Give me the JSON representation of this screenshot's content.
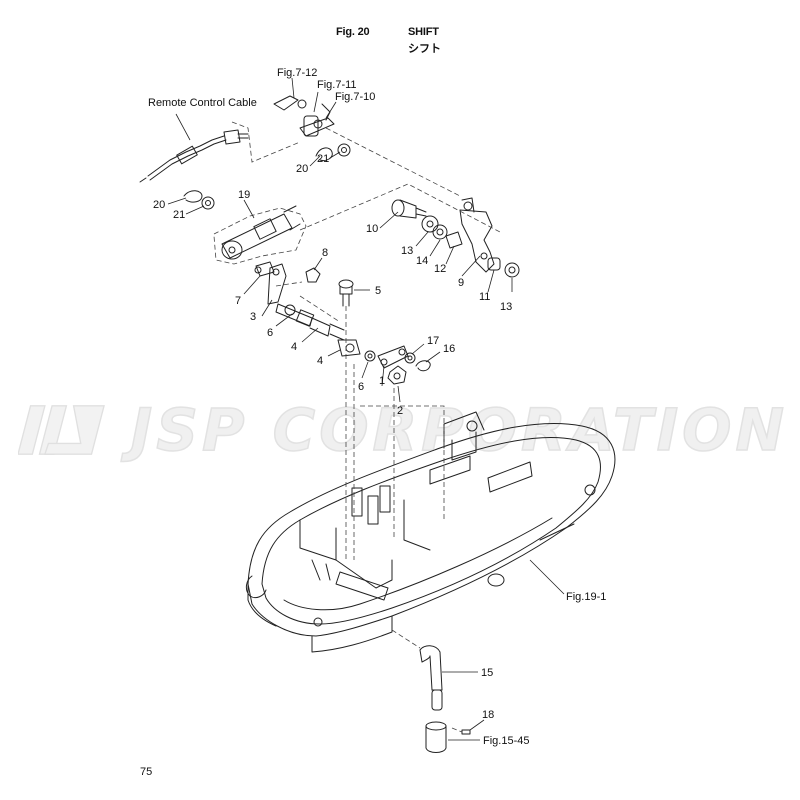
{
  "header": {
    "fig_label": "Fig. 20",
    "title": "SHIFT",
    "title_jp": "シフト"
  },
  "page_number": "75",
  "watermark": {
    "text": "JSP CORPORATION"
  },
  "labels": {
    "remote_control_cable": "Remote Control Cable",
    "fig_7_12": "Fig.7-12",
    "fig_7_11": "Fig.7-11",
    "fig_7_10": "Fig.7-10",
    "fig_19_1": "Fig.19-1",
    "fig_15_45": "Fig.15-45"
  },
  "parts": {
    "p1": "1",
    "p2": "2",
    "p3": "3",
    "p4a": "4",
    "p4b": "4",
    "p5": "5",
    "p6a": "6",
    "p6b": "6",
    "p7": "7",
    "p8": "8",
    "p9": "9",
    "p10": "10",
    "p11": "11",
    "p12": "12",
    "p13a": "13",
    "p13b": "13",
    "p14": "14",
    "p15": "15",
    "p16": "16",
    "p17": "17",
    "p18": "18",
    "p19": "19",
    "p20a": "20",
    "p20b": "20",
    "p21a": "21",
    "p21b": "21"
  },
  "colors": {
    "line": "#222222",
    "dash": "#444444",
    "watermark": "#e4e4e4"
  }
}
